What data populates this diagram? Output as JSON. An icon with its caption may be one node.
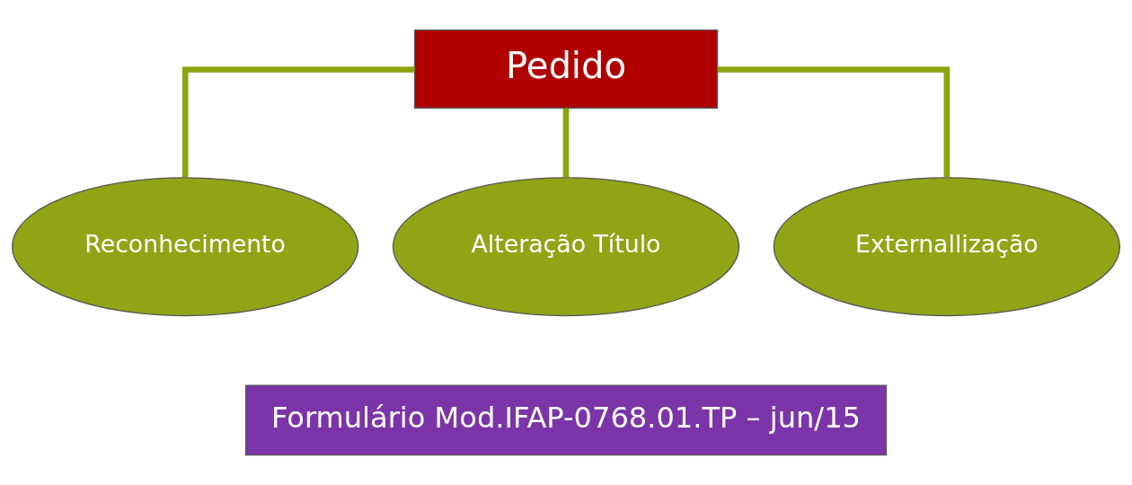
{
  "diagram": {
    "nodes": [
      {
        "text": [
          "Pedido"
        ]
      },
      {
        "text": [
          "Reconhecimento"
        ]
      },
      {
        "text": [
          "Alteração Título"
        ]
      },
      {
        "text": [
          "Externallização"
        ]
      },
      {
        "text": [
          "Formulário Mod.IFAP-0768.01.TP – jun/15"
        ]
      }
    ],
    "edges": [
      {
        "from": 0,
        "to": 1,
        "arrow": "none"
      },
      {
        "from": 0,
        "to": 2,
        "arrow": "none"
      },
      {
        "from": 0,
        "to": 3,
        "arrow": "none"
      }
    ]
  }
}
